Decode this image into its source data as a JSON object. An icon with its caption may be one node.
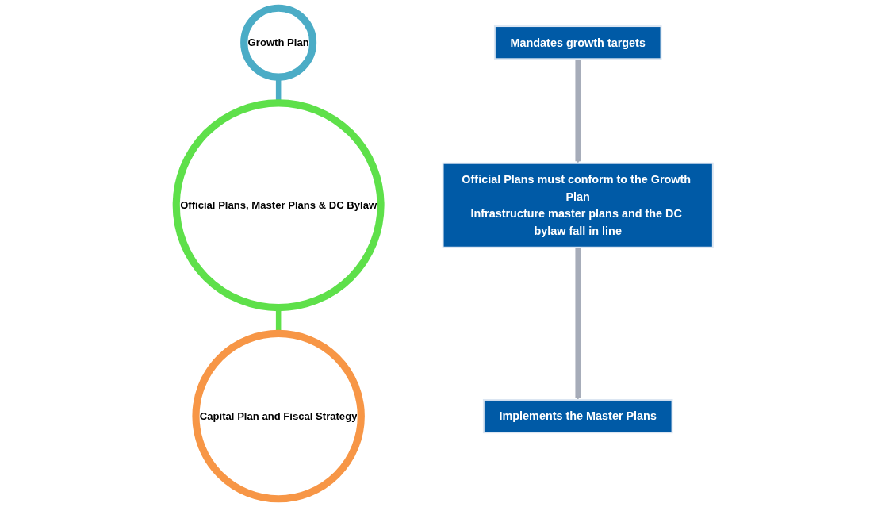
{
  "diagram": {
    "nodes": [
      {
        "text": [
          "Growth Plan"
        ]
      },
      {
        "text": [
          "Official Plans, Master Plans & DC Bylaw"
        ]
      },
      {
        "text": [
          "Capital Plan and Fiscal Strategy"
        ]
      },
      {
        "text": [
          "Mandates growth targets"
        ]
      },
      {
        "text": [
          "Official Plans must conform to the Growth Plan",
          "Infrastructure master plans and the DC bylaw fall in line"
        ]
      },
      {
        "text": [
          "Implements the Master Plans"
        ]
      }
    ],
    "edges": [
      {
        "from": 0,
        "to": 1,
        "arrow": "to",
        "color": "#4bacc6"
      },
      {
        "from": 1,
        "to": 2,
        "arrow": "to",
        "color": "#5ee04a"
      },
      {
        "from": 3,
        "to": 4,
        "arrow": "to",
        "color": "#a6acb9"
      },
      {
        "from": 4,
        "to": 5,
        "arrow": "to",
        "color": "#a6acb9"
      }
    ]
  }
}
